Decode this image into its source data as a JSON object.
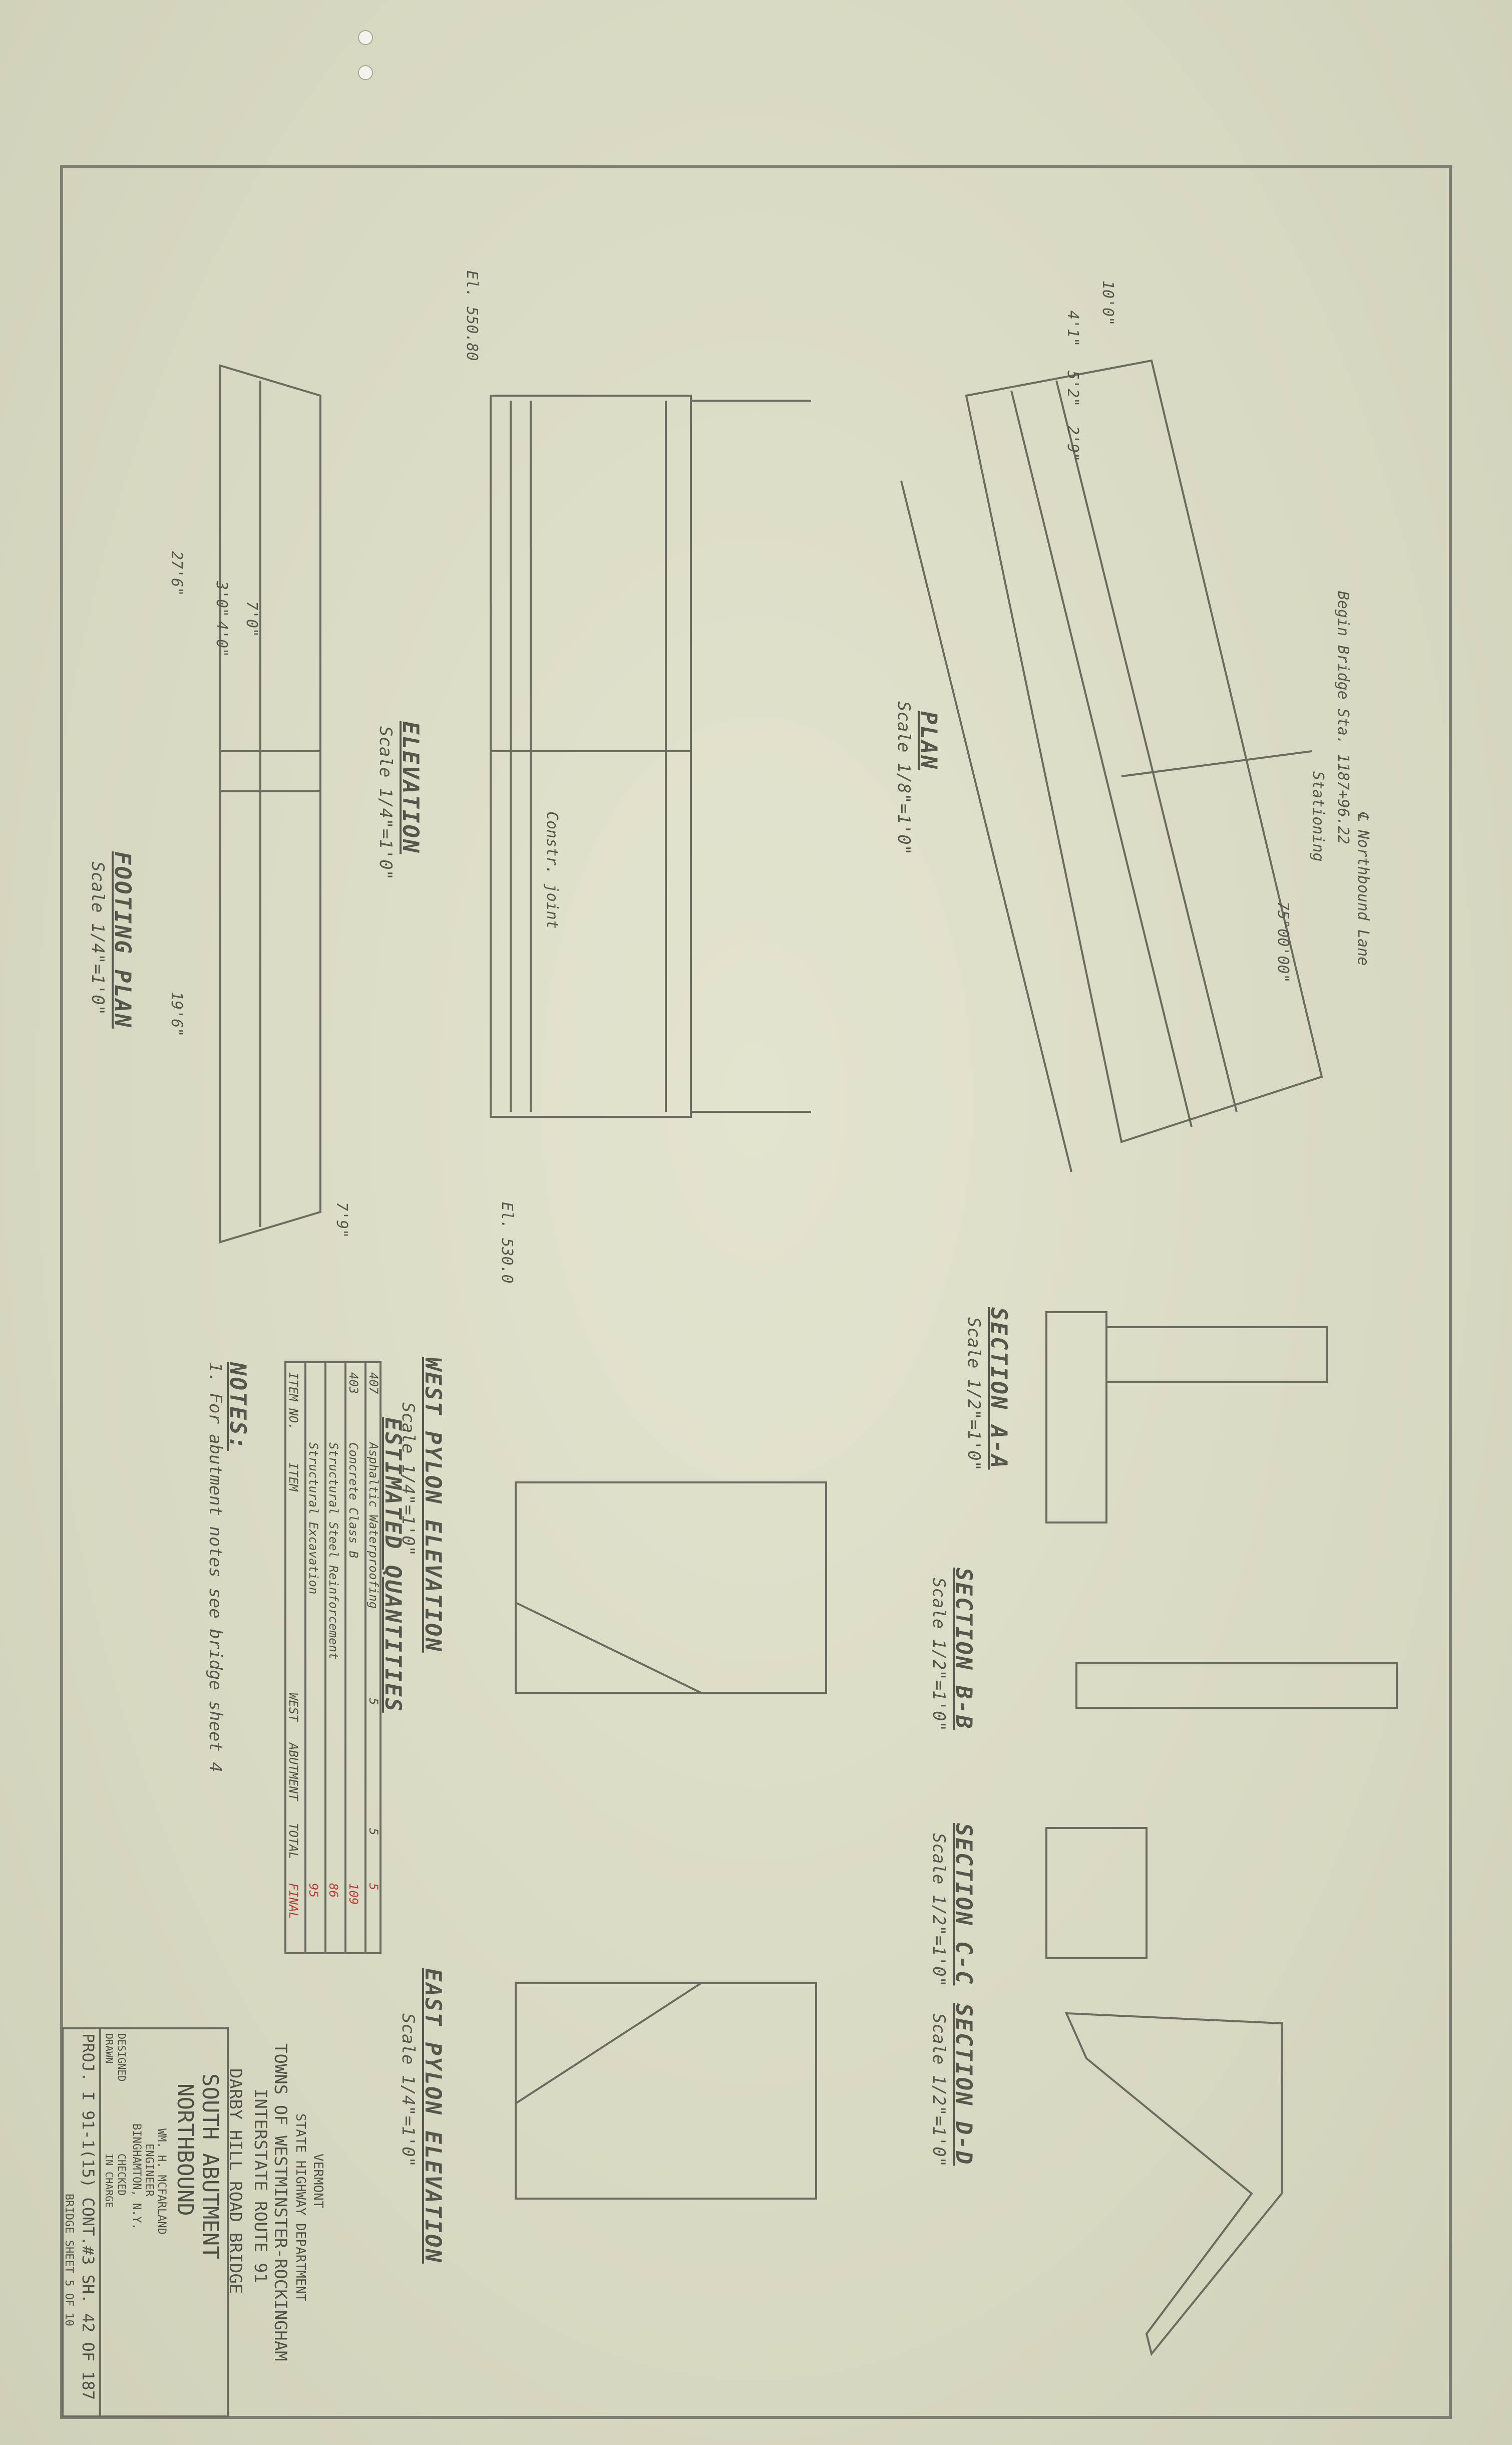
{
  "title_block": {
    "state": "VERMONT",
    "department": "STATE HIGHWAY DEPARTMENT",
    "towns": "TOWNS OF WESTMINSTER-ROCKINGHAM",
    "route": "INTERSTATE ROUTE 91",
    "bridge": "DARBY HILL ROAD BRIDGE",
    "abutment": "SOUTH ABUTMENT",
    "direction": "NORTHBOUND",
    "engineer_name": "WM. H. MCFARLAND",
    "engineer_title": "ENGINEER",
    "engineer_city": "BINGHAMTON, N.Y.",
    "designed": "DESIGNED",
    "drawn": "DRAWN",
    "checked": "CHECKED",
    "in_charge": "IN CHARGE",
    "project": "PROJ. I 91-1(15) CONT.#3  SH. 42 OF 187",
    "bridge_sheet": "BRIDGE SHEET 5 OF 10"
  },
  "views": {
    "footing_plan": {
      "title": "FOOTING PLAN",
      "scale": "Scale 1/4\"=1'0\""
    },
    "elevation": {
      "title": "ELEVATION",
      "scale": "Scale 1/4\"=1'0\""
    },
    "plan": {
      "title": "PLAN",
      "scale": "Scale 1/8\"=1'0\""
    },
    "west_pylon": {
      "title": "WEST PYLON ELEVATION",
      "scale": "Scale 1/4\"=1'0\""
    },
    "east_pylon": {
      "title": "EAST PYLON ELEVATION",
      "scale": "Scale 1/4\"=1'0\""
    },
    "section_aa": {
      "title": "SECTION A-A",
      "scale": "Scale 1/2\"=1'0\""
    },
    "section_bb": {
      "title": "SECTION B-B",
      "scale": "Scale 1/2\"=1'0\""
    },
    "section_cc": {
      "title": "SECTION C-C",
      "scale": "Scale 1/2\"=1'0\""
    },
    "section_dd": {
      "title": "SECTION D-D",
      "scale": "Scale 1/2\"=1'0\""
    },
    "notes": {
      "title": "NOTES:",
      "text": "1. For abutment notes see bridge sheet 4"
    }
  },
  "labels": {
    "stationing": "Stationing",
    "northbound_lane": "℄ Northbound Lane",
    "angle": "75°00'00\"",
    "begin_bridge": "Begin Bridge Sta. 1187+96.22",
    "const_joint": "Constr. joint",
    "el_top": "El. 550.80",
    "el_bottom": "El. 530.0",
    "dim_10": "10'0\"",
    "dim_41": "4'1\"",
    "dim_52": "5'2\"",
    "dim_29": "2'9\"",
    "dim_30": "3'0\"",
    "dim_40": "4'0\"",
    "dim_70": "7'0\"",
    "dim_719": "7'9\"",
    "dim_27": "27'6\"",
    "dim_19": "19'6\""
  },
  "quantities": {
    "title": "ESTIMATED QUANTITIES",
    "headers": [
      "ITEM NO.",
      "ITEM",
      "WEST",
      "ABUTMENT",
      "TOTAL",
      "FINAL"
    ],
    "rows": [
      [
        "",
        "Structural Excavation",
        "",
        "",
        "",
        "95"
      ],
      [
        "",
        "Structural Steel Reinforcement",
        "",
        "",
        "",
        "86"
      ],
      [
        "403",
        "Concrete Class B",
        "",
        "",
        "",
        "109"
      ],
      [
        "407",
        "Asphaltic Waterproofing",
        "5",
        "",
        "5",
        "5"
      ]
    ]
  },
  "colors": {
    "ink": "#55574d",
    "paper": "#d9dac4",
    "markup": "#b83a3a"
  }
}
